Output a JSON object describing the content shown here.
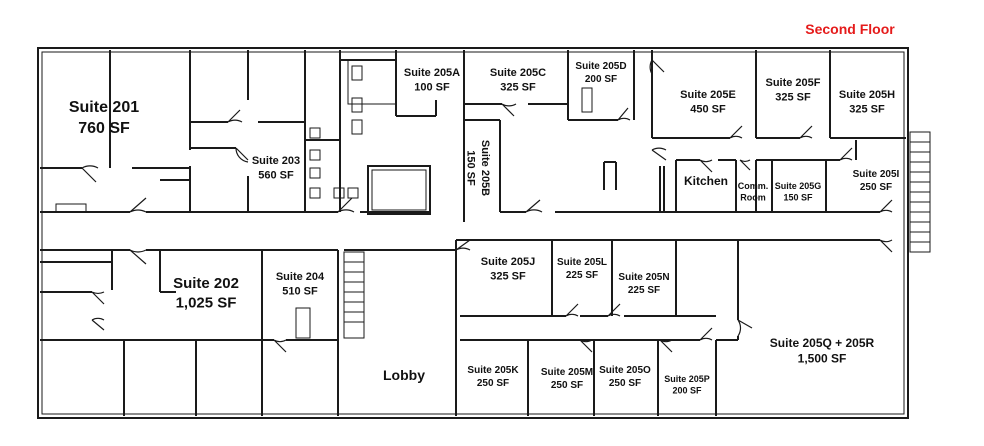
{
  "floor_title": "Second Floor",
  "colors": {
    "title": "#e51b1b",
    "walls": "#1a1a1a",
    "background": "#ffffff"
  },
  "rooms": [
    {
      "id": "suite-201",
      "lines": [
        "Suite 201",
        "760 SF"
      ]
    },
    {
      "id": "suite-202",
      "lines": [
        "Suite 202",
        "1,025 SF"
      ]
    },
    {
      "id": "suite-203",
      "lines": [
        "Suite 203",
        "560 SF"
      ]
    },
    {
      "id": "suite-204",
      "lines": [
        "Suite 204",
        "510 SF"
      ]
    },
    {
      "id": "suite-205a",
      "lines": [
        "Suite 205A",
        "100 SF"
      ]
    },
    {
      "id": "suite-205b",
      "lines": [
        "Suite 205B",
        "150 SF"
      ]
    },
    {
      "id": "suite-205c",
      "lines": [
        "Suite 205C",
        "325 SF"
      ]
    },
    {
      "id": "suite-205d",
      "lines": [
        "Suite 205D",
        "200 SF"
      ]
    },
    {
      "id": "suite-205e",
      "lines": [
        "Suite 205E",
        "450 SF"
      ]
    },
    {
      "id": "suite-205f",
      "lines": [
        "Suite 205F",
        "325 SF"
      ]
    },
    {
      "id": "suite-205h",
      "lines": [
        "Suite 205H",
        "325 SF"
      ]
    },
    {
      "id": "suite-205i",
      "lines": [
        "Suite 205I",
        "250 SF"
      ]
    },
    {
      "id": "suite-205g",
      "lines": [
        "Suite 205G",
        "150 SF"
      ]
    },
    {
      "id": "comm-room",
      "lines": [
        "Comm.",
        "Room"
      ]
    },
    {
      "id": "kitchen",
      "lines": [
        "Kitchen"
      ]
    },
    {
      "id": "suite-205j",
      "lines": [
        "Suite 205J",
        "325 SF"
      ]
    },
    {
      "id": "suite-205l",
      "lines": [
        "Suite 205L",
        "225 SF"
      ]
    },
    {
      "id": "suite-205n",
      "lines": [
        "Suite 205N",
        "225 SF"
      ]
    },
    {
      "id": "suite-205k",
      "lines": [
        "Suite 205K",
        "250 SF"
      ]
    },
    {
      "id": "suite-205m",
      "lines": [
        "Suite 205M",
        "250 SF"
      ]
    },
    {
      "id": "suite-205o",
      "lines": [
        "Suite 205O",
        "250 SF"
      ]
    },
    {
      "id": "suite-205p",
      "lines": [
        "Suite 205P",
        "200 SF"
      ]
    },
    {
      "id": "suite-205q-205r",
      "lines": [
        "Suite 205Q + 205R",
        "1,500 SF"
      ]
    },
    {
      "id": "lobby",
      "lines": [
        "Lobby"
      ]
    }
  ]
}
